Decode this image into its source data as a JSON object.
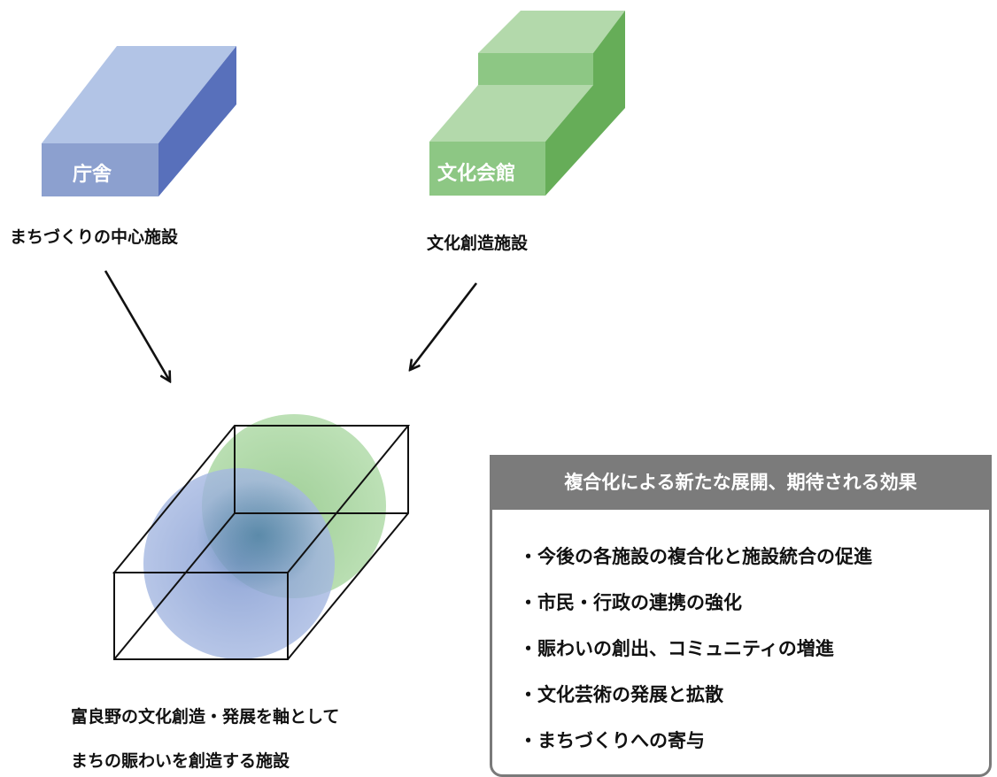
{
  "boxes": {
    "chosha": {
      "label": "庁舎",
      "caption": "まちづくりの中心施設",
      "colors": {
        "top": "#b2c4e6",
        "front": "#8ca0cf",
        "side": "#5870bb"
      }
    },
    "bunka_kaikan": {
      "label": "文化会館",
      "caption": "文化創造施設",
      "colors": {
        "top": "#b3d9ab",
        "front": "#8dc784",
        "side": "#66ad58"
      }
    }
  },
  "combined": {
    "caption_lines": [
      "富良野の文化創造・発展を軸として",
      "まちの賑わいを創造する施設"
    ],
    "colors": {
      "blue_circle": "#8aa2d6",
      "green_circle": "#93cc89",
      "outline": "#111111"
    }
  },
  "effects": {
    "title": "複合化による新たな展開、期待される効果",
    "items": [
      "・今後の各施設の複合化と施設統合の促進",
      "・市民・行政の連携の強化",
      "・賑わいの創出、コミュニティの増進",
      "・文化芸術の発展と拡散",
      "・まちづくりへの寄与"
    ],
    "colors": {
      "header": "#7b7b7b",
      "border": "#7a7a7a"
    }
  }
}
